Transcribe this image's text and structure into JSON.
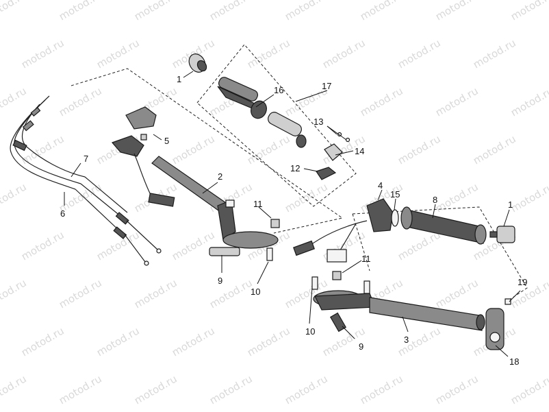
{
  "watermark": {
    "text": "motod.ru"
  },
  "callouts": [
    {
      "id": "c1a",
      "label": "1"
    },
    {
      "id": "c1b",
      "label": "1"
    },
    {
      "id": "c2",
      "label": "2"
    },
    {
      "id": "c3",
      "label": "3"
    },
    {
      "id": "c4",
      "label": "4"
    },
    {
      "id": "c5",
      "label": "5"
    },
    {
      "id": "c6",
      "label": "6"
    },
    {
      "id": "c7",
      "label": "7"
    },
    {
      "id": "c8",
      "label": "8"
    },
    {
      "id": "c9a",
      "label": "9"
    },
    {
      "id": "c9b",
      "label": "9"
    },
    {
      "id": "c10a",
      "label": "10"
    },
    {
      "id": "c10b",
      "label": "10"
    },
    {
      "id": "c11a",
      "label": "11"
    },
    {
      "id": "c11b",
      "label": "11"
    },
    {
      "id": "c12",
      "label": "12"
    },
    {
      "id": "c13",
      "label": "13"
    },
    {
      "id": "c14",
      "label": "14"
    },
    {
      "id": "c15",
      "label": "15"
    },
    {
      "id": "c16",
      "label": "16"
    },
    {
      "id": "c17",
      "label": "17"
    },
    {
      "id": "c18",
      "label": "18"
    },
    {
      "id": "c19",
      "label": "19"
    }
  ]
}
